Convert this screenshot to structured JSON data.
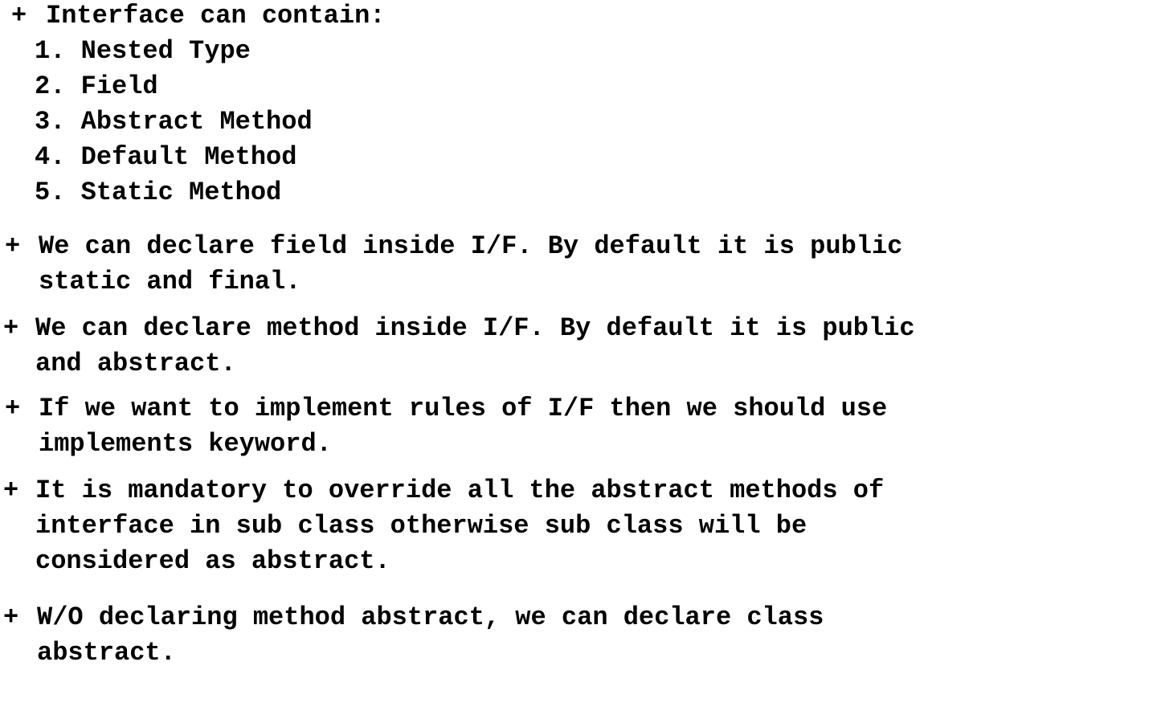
{
  "heading": {
    "marker": "+",
    "text": "Interface can contain:"
  },
  "contents_list": [
    {
      "num": "1.",
      "label": "Nested Type"
    },
    {
      "num": "2.",
      "label": "Field"
    },
    {
      "num": "3.",
      "label": "Abstract Method"
    },
    {
      "num": "4.",
      "label": "Default Method"
    },
    {
      "num": "5.",
      "label": "Static Method"
    }
  ],
  "bullets": [
    {
      "marker": "+",
      "lines": [
        "We can declare field inside I/F. By default it is public",
        "static and final."
      ]
    },
    {
      "marker": "+",
      "lines": [
        "We can declare method inside I/F. By default it is public",
        "and abstract."
      ]
    },
    {
      "marker": "+",
      "lines": [
        "If we want to implement rules of I/F then we should use",
        "implements keyword."
      ]
    },
    {
      "marker": "+",
      "lines": [
        "It is mandatory to override all the abstract methods of",
        "interface in sub class otherwise sub class will be",
        "considered as abstract."
      ]
    },
    {
      "marker": "+",
      "lines": [
        "W/O declaring method abstract, we can declare class",
        "abstract."
      ]
    }
  ]
}
